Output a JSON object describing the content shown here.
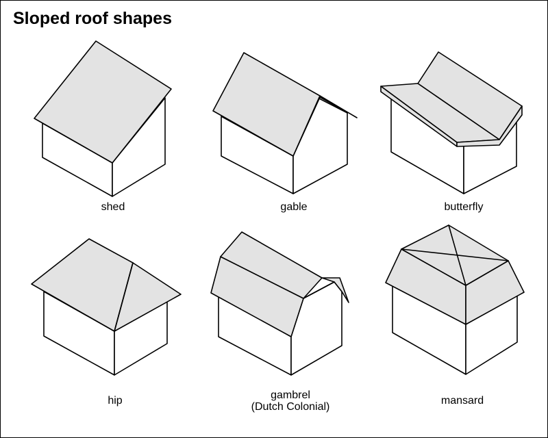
{
  "title": "Sloped roof shapes",
  "roofs": [
    {
      "label": "shed"
    },
    {
      "label": "gable"
    },
    {
      "label": "butterfly"
    },
    {
      "label": "hip"
    },
    {
      "label": "gambrel",
      "sublabel": "(Dutch Colonial)"
    },
    {
      "label": "mansard"
    }
  ],
  "colors": {
    "roof_fill": "#e3e3e3",
    "wall_fill": "#ffffff",
    "stroke": "#000000"
  }
}
